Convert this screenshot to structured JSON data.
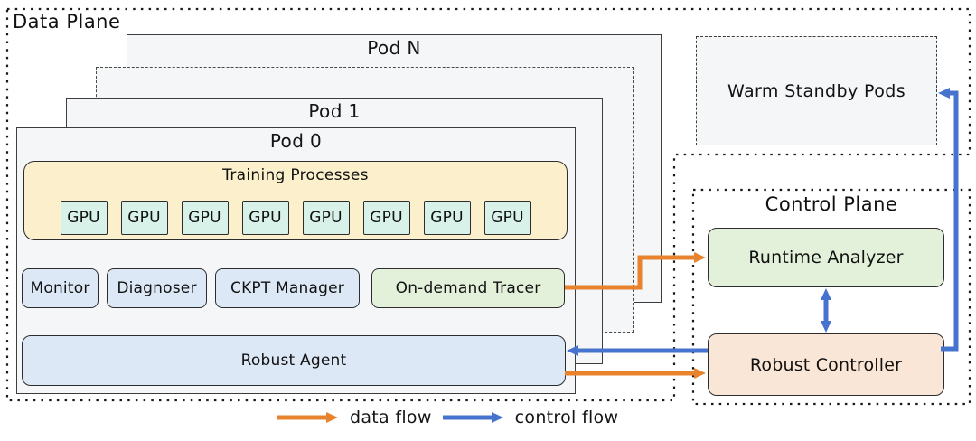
{
  "colors": {
    "data_flow_arrow": "#E8822C",
    "control_flow_arrow": "#4673CE",
    "training_box_fill": "#FBF0CB",
    "gpu_box_fill": "#D8F2EA",
    "blue_component_fill": "#DCE8F6",
    "green_component_fill": "#E3F0DA",
    "controller_fill": "#FAE6D6",
    "pod_fill": "#F5F6F8"
  },
  "data_plane": {
    "label": "Data Plane",
    "pods": [
      {
        "label": "Pod N"
      },
      {
        "label": ""
      },
      {
        "label": "Pod 1"
      },
      {
        "label": "Pod 0"
      }
    ],
    "pod0": {
      "training": {
        "label": "Training Processes",
        "gpus": [
          "GPU",
          "GPU",
          "GPU",
          "GPU",
          "GPU",
          "GPU",
          "GPU",
          "GPU"
        ]
      },
      "components": [
        "Monitor",
        "Diagnoser",
        "CKPT Manager",
        "On-demand Tracer"
      ],
      "agent_label": "Robust Agent"
    },
    "warm_standby_label": "Warm Standby Pods"
  },
  "control_plane": {
    "label": "Control Plane",
    "analyzer_label": "Runtime Analyzer",
    "controller_label": "Robust Controller"
  },
  "legend": {
    "data_flow_label": "data flow",
    "control_flow_label": "control flow"
  }
}
